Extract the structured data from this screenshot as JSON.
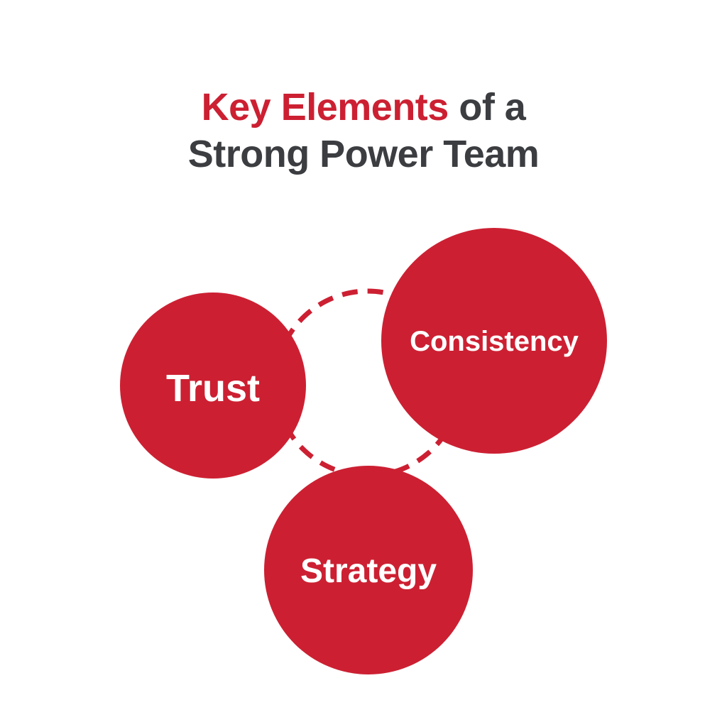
{
  "title": {
    "highlight": "Key Elements",
    "rest_line1": " of a",
    "line2": "Strong Power Team"
  },
  "colors": {
    "accent": "#cc2032",
    "title_text": "#3b3d40",
    "background": "#ffffff",
    "label_text": "#ffffff"
  },
  "nodes": {
    "trust": "Trust",
    "consistency": "Consistency",
    "strategy": "Strategy"
  }
}
